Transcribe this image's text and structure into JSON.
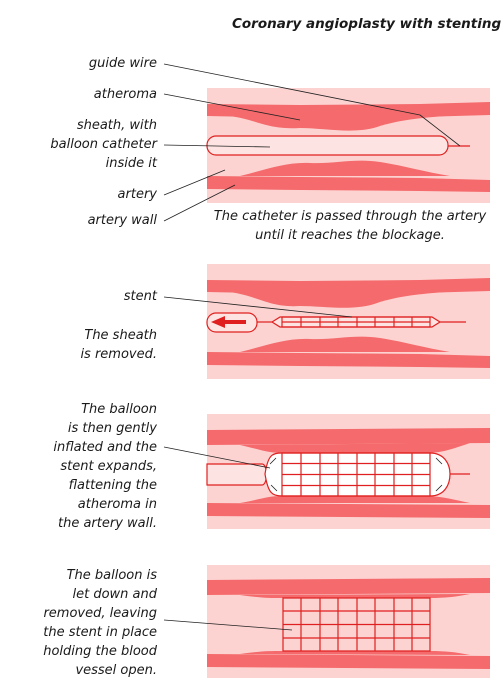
{
  "title": "Coronary angioplasty with stenting",
  "panel1": {
    "labels": {
      "guide_wire": "guide wire",
      "atheroma": "atheroma",
      "sheath_line1": "sheath, with",
      "sheath_line2": "balloon catheter",
      "sheath_line3": "inside it",
      "artery": "artery",
      "artery_wall": "artery wall"
    },
    "caption_line1": "The catheter is passed through the artery",
    "caption_line2": "until it reaches the blockage."
  },
  "panel2": {
    "stent_label": "stent",
    "caption_line1": "The sheath",
    "caption_line2": "is removed."
  },
  "panel3": {
    "caption_line1": "The balloon",
    "caption_line2": "is then gently",
    "caption_line3": "inflated and the",
    "caption_line4": "stent expands,",
    "caption_line5": "flattening the",
    "caption_line6": "atheroma in",
    "caption_line7": "the artery wall."
  },
  "panel4": {
    "caption_line1": "The balloon is",
    "caption_line2": "let down and",
    "caption_line3": "removed, leaving",
    "caption_line4": "the stent in place",
    "caption_line5": "holding the blood",
    "caption_line6": "vessel open."
  },
  "colors": {
    "artery_bg": "#fcd3d1",
    "wall": "#f56a6c",
    "atheroma": "#f56a6c",
    "stroke": "#e02020",
    "sheath": "#fde4e2"
  }
}
